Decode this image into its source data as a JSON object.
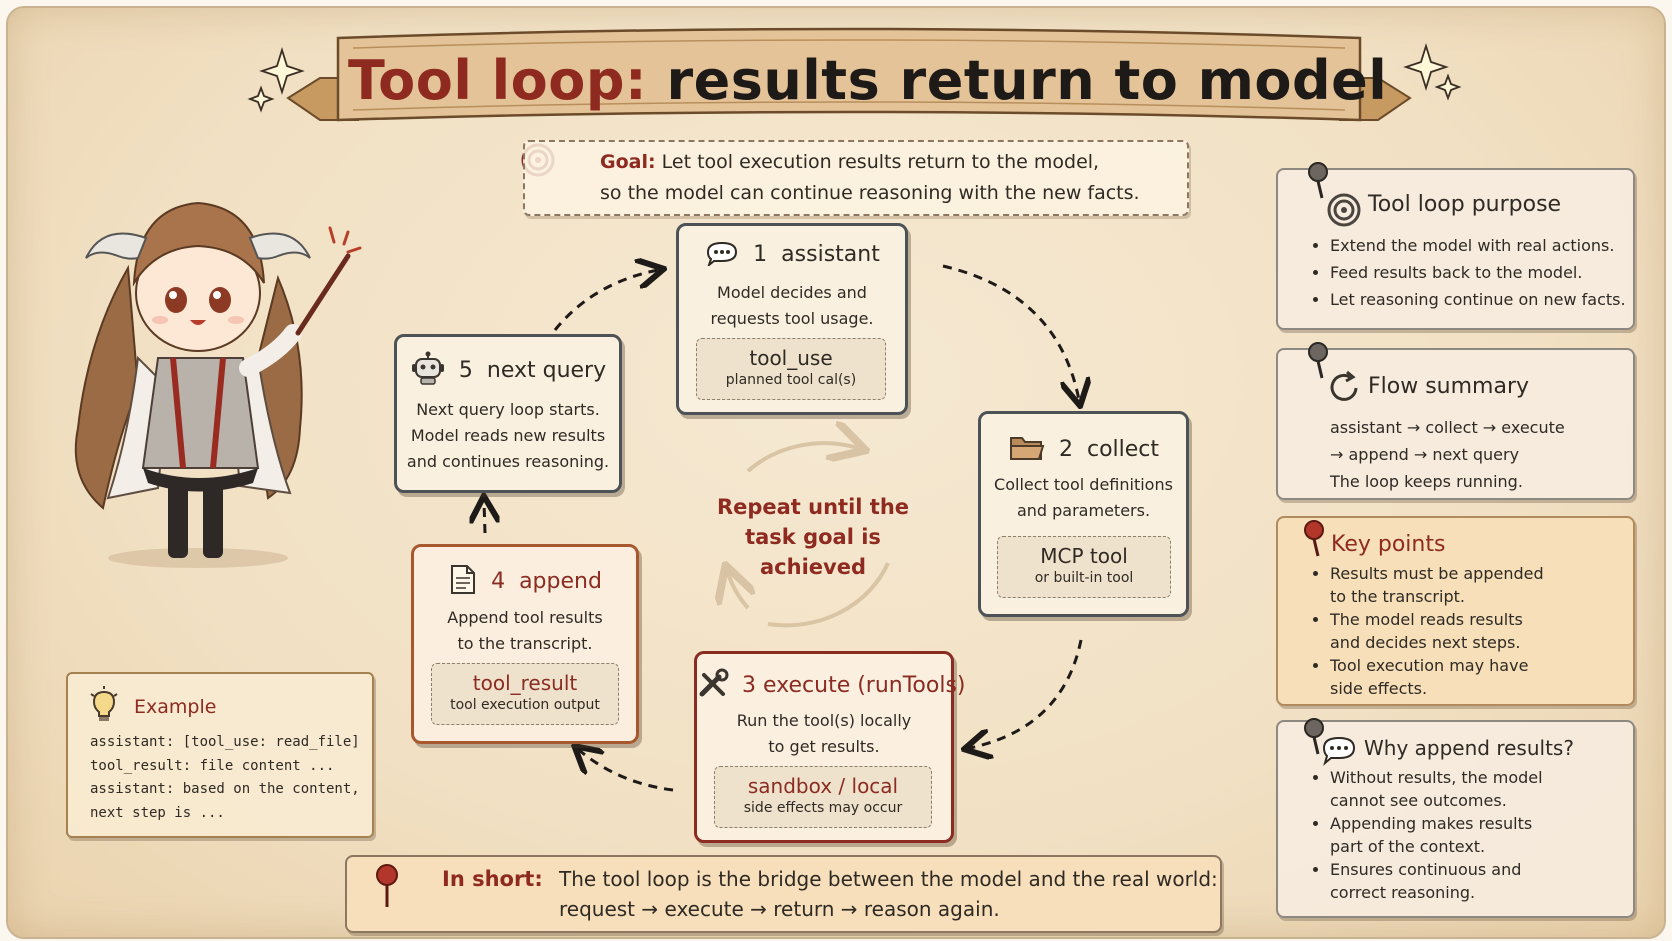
{
  "title": {
    "part1": "Tool loop:",
    "part2": "results return to model"
  },
  "goal": {
    "label": "Goal:",
    "line1": "Let tool execution results return to the model,",
    "line2": "so the model can continue reasoning with the new facts."
  },
  "steps": [
    {
      "num": "1",
      "title": "assistant",
      "body1": "Model decides and",
      "body2": "requests tool usage.",
      "inner_main": "tool_use",
      "inner_sub": "planned tool cal(s)"
    },
    {
      "num": "2",
      "title": "collect",
      "body1": "Collect tool definitions",
      "body2": "and parameters.",
      "inner_main": "MCP tool",
      "inner_sub": "or built-in tool"
    },
    {
      "num": "3",
      "title": "execute (runTools)",
      "body1": "Run the tool(s) locally",
      "body2": "to get results.",
      "inner_main": "sandbox / local",
      "inner_sub": "side effects may occur"
    },
    {
      "num": "4",
      "title": "append",
      "body1": "Append tool results",
      "body2": "to the transcript.",
      "inner_main": "tool_result",
      "inner_sub": "tool execution output"
    },
    {
      "num": "5",
      "title": "next query",
      "body1": "Next query loop starts.",
      "body2": "Model reads new results",
      "body3": "and continues reasoning."
    }
  ],
  "center": {
    "line1": "Repeat until the",
    "line2": "task goal is",
    "line3": "achieved"
  },
  "side_panels": {
    "purpose": {
      "title": "Tool loop purpose",
      "items": [
        "Extend the model with real actions.",
        "Feed results back to the model.",
        "Let reasoning continue on new facts."
      ]
    },
    "flow": {
      "title": "Flow summary",
      "line1": "assistant → collect → execute",
      "line2": "→ append → next query",
      "line3": "The loop keeps running."
    },
    "key": {
      "title": "Key points",
      "items": [
        [
          "Results must be appended",
          "to the transcript."
        ],
        [
          "The model reads results",
          "and decides next steps."
        ],
        [
          "Tool execution may have",
          "side effects."
        ]
      ]
    },
    "why": {
      "title": "Why append results?",
      "items": [
        [
          "Without results, the model",
          "cannot see outcomes."
        ],
        [
          "Appending makes results",
          "part of the context."
        ],
        [
          "Ensures continuous and",
          "correct reasoning."
        ]
      ]
    }
  },
  "example": {
    "title": "Example",
    "lines": [
      "assistant: [tool_use: read_file]",
      "tool_result: file content ...",
      "assistant: based on the content,",
      "next step is ..."
    ]
  },
  "in_short": {
    "label": "In short:",
    "line1": "The tool loop is the bridge between the model and the real world:",
    "line2": "request → execute → return → reason again."
  },
  "colors": {
    "accent_red": "#8e2a1f",
    "card_border_gray": "#4d5256",
    "parchment": "#f1e0c3"
  },
  "icons": [
    "sparkle-icon",
    "target-icon",
    "chat-bubble-icon",
    "folder-icon",
    "tools-icon",
    "document-icon",
    "robot-icon",
    "lightbulb-icon",
    "pushpin-icon",
    "refresh-icon",
    "mascot-illustration"
  ]
}
